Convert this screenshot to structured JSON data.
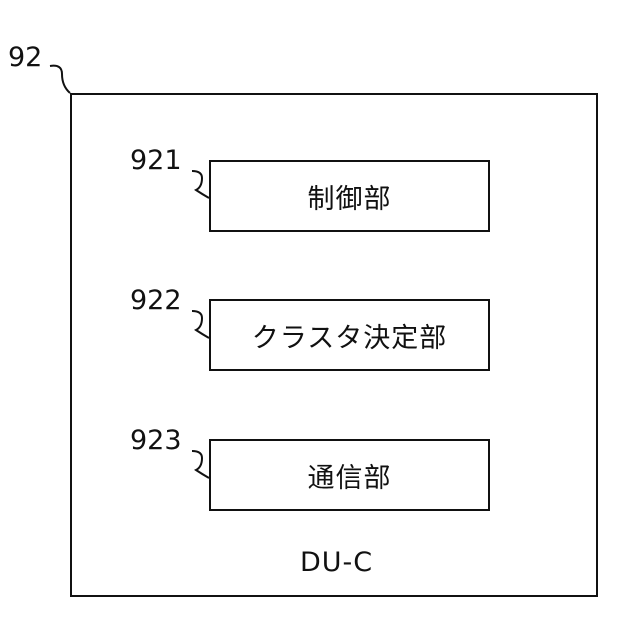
{
  "diagram": {
    "outer": {
      "ref": "92",
      "caption": "DU-C"
    },
    "blocks": [
      {
        "ref": "921",
        "label": "制御部"
      },
      {
        "ref": "922",
        "label": "クラスタ決定部"
      },
      {
        "ref": "923",
        "label": "通信部"
      }
    ]
  }
}
